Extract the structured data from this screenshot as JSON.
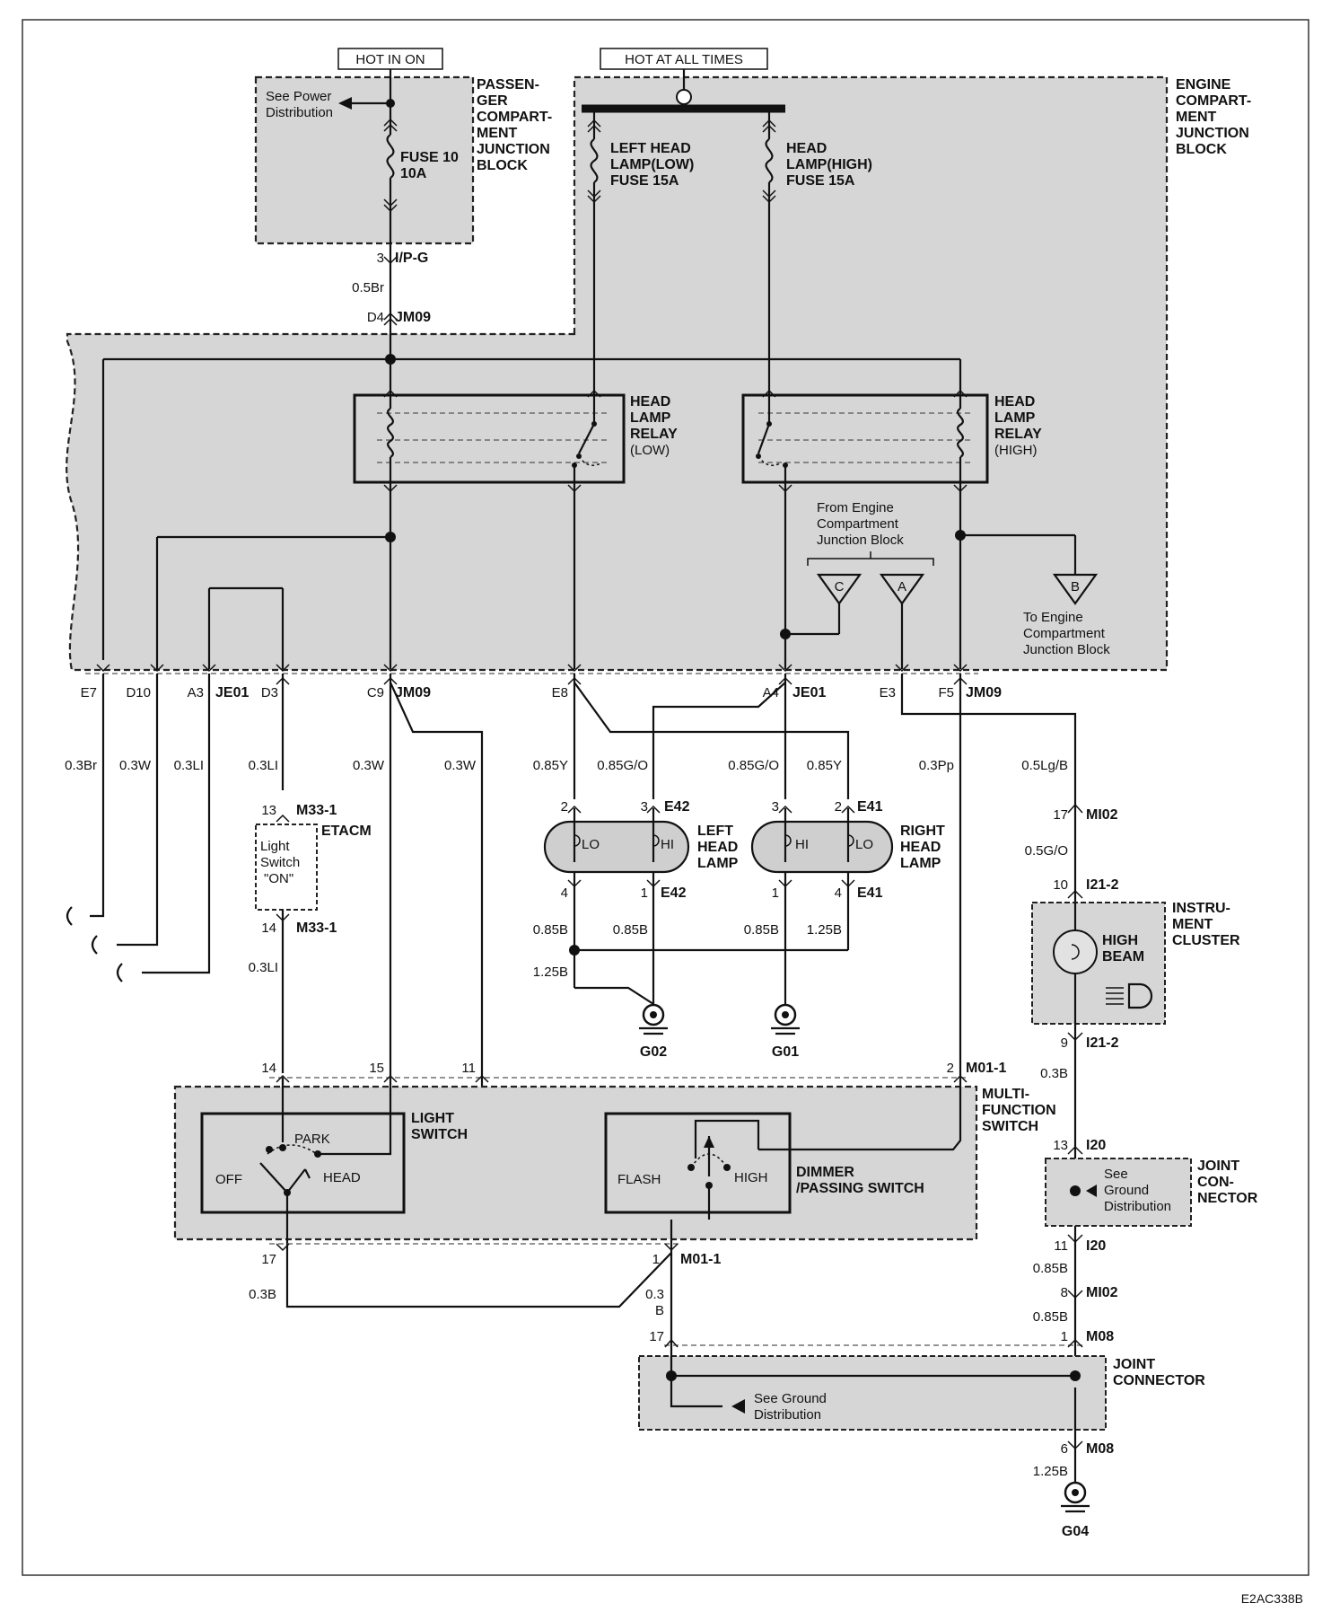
{
  "labels": {
    "hot_in_on": "HOT IN ON",
    "hot_at_all_times": "HOT AT ALL TIMES",
    "passenger_block": [
      "PASSEN-",
      "GER",
      "COMPART-",
      "MENT",
      "JUNCTION",
      "BLOCK"
    ],
    "engine_block": [
      "ENGINE",
      "COMPART-",
      "MENT",
      "JUNCTION",
      "BLOCK"
    ],
    "see_power": [
      "See Power",
      "Distribution"
    ],
    "fuse10": [
      "FUSE 10",
      "10A"
    ],
    "fuse_left": [
      "LEFT HEAD",
      "LAMP(LOW)",
      "FUSE 15A"
    ],
    "fuse_high": [
      "HEAD",
      "LAMP(HIGH)",
      "FUSE 15A"
    ],
    "relay_low": [
      "HEAD",
      "LAMP",
      "RELAY",
      "(LOW)"
    ],
    "relay_high": [
      "HEAD",
      "LAMP",
      "RELAY",
      "(HIGH)"
    ],
    "from_engine": [
      "From Engine",
      "Compartment",
      "Junction Block"
    ],
    "to_engine": [
      "To Engine",
      "Compartment",
      "Junction Block"
    ],
    "tri_c": "C",
    "tri_a": "A",
    "tri_b": "B",
    "etacm": "ETACM",
    "light_switch_on": [
      "Light",
      "Switch",
      "\"ON\""
    ],
    "left_head_lamp": [
      "LEFT",
      "HEAD",
      "LAMP"
    ],
    "right_head_lamp": [
      "RIGHT",
      "HEAD",
      "LAMP"
    ],
    "lo": "LO",
    "hi": "HI",
    "instrument_cluster": [
      "INSTRU-",
      "MENT",
      "CLUSTER"
    ],
    "high_beam": [
      "HIGH",
      "BEAM"
    ],
    "multi_function": [
      "MULTI-",
      "FUNCTION",
      "SWITCH"
    ],
    "light_switch": [
      "LIGHT",
      "SWITCH"
    ],
    "park": "PARK",
    "off": "OFF",
    "head": "HEAD",
    "flash": "FLASH",
    "high": "HIGH",
    "dimmer": [
      "DIMMER",
      "/PASSING SWITCH"
    ],
    "joint_connector1": [
      "JOINT",
      "CON-",
      "NECTOR"
    ],
    "see_ground1": [
      "See",
      "Ground",
      "Distribution"
    ],
    "joint_connector2": [
      "JOINT",
      "CONNECTOR"
    ],
    "see_ground2": [
      "See Ground",
      "Distribution"
    ],
    "g02": "G02",
    "g01": "G01",
    "g04": "G04",
    "code": "E2AC338B"
  },
  "pins": {
    "ipg_pin": "3",
    "ipg": "I/P-G",
    "w_05br": "0.5Br",
    "d4": "D4",
    "jm09_a": "JM09",
    "e7": "E7",
    "d10": "D10",
    "a3": "A3",
    "je01_a": "JE01",
    "d3": "D3",
    "c9": "C9",
    "jm09_b": "JM09",
    "e8": "E8",
    "a4": "A4",
    "je01_b": "JE01",
    "e3": "E3",
    "f5": "F5",
    "jm09_c": "JM09",
    "w_03br": "0.3Br",
    "w_03w_a": "0.3W",
    "w_03li_a": "0.3LI",
    "w_03li_b": "0.3LI",
    "w_03w_b": "0.3W",
    "w_03w_c": "0.3W",
    "w_085y_a": "0.85Y",
    "w_085go_a": "0.85G/O",
    "w_085go_b": "0.85G/O",
    "w_085y_b": "0.85Y",
    "w_03pp": "0.3Pp",
    "w_05lgb": "0.5Lg/B",
    "p13": "13",
    "m33_1a": "M33-1",
    "p14": "14",
    "m33_1b": "M33-1",
    "w_03li_c": "0.3LI",
    "p2_e42": "2",
    "p3_e42": "3",
    "e42_a": "E42",
    "p4_e42": "4",
    "p1_e42": "1",
    "e42_b": "E42",
    "p3_e41": "3",
    "p2_e41": "2",
    "e41_a": "E41",
    "p1_e41": "1",
    "p4_e41": "4",
    "e41_b": "E41",
    "w_085b_a": "0.85B",
    "w_085b_b": "0.85B",
    "w_085b_c": "0.85B",
    "w_125b_a": "1.25B",
    "w_125b_b": "1.25B",
    "p17_mi02": "17",
    "mi02_a": "MI02",
    "w_05go": "0.5G/O",
    "p10": "10",
    "i21_2a": "I21-2",
    "p9": "9",
    "i21_2b": "I21-2",
    "w_03b_a": "0.3B",
    "p14_ls": "14",
    "p15_ls": "15",
    "p11_ls": "11",
    "p2_m01": "2",
    "m01_1a": "M01-1",
    "p17_ls": "17",
    "p1_m01": "1",
    "m01_1b": "M01-1",
    "w_03b_b": "0.3B",
    "w_03b_c": "0.3",
    "w_03b_c2": "B",
    "p13_i20": "13",
    "i20_a": "I20",
    "p11_i20": "11",
    "i20_b": "I20",
    "w_085b_d": "0.85B",
    "p8": "8",
    "mi02_b": "MI02",
    "w_085b_e": "0.85B",
    "p17_m08": "17",
    "p1_m08": "1",
    "m08_a": "M08",
    "p6_m08": "6",
    "m08_b": "M08",
    "w_125b_c": "1.25B"
  }
}
